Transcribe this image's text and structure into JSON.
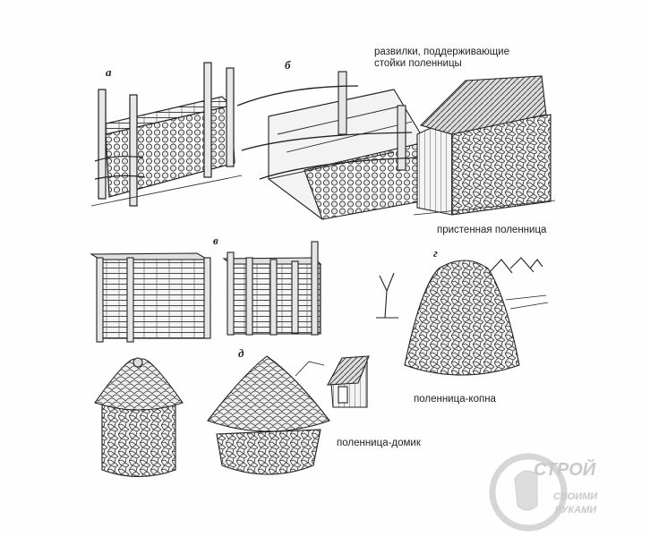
{
  "letters": {
    "a": "а",
    "b": "б",
    "v": "в",
    "g": "г",
    "d": "д"
  },
  "labels": {
    "forks_line1": "развилки, поддерживающие",
    "forks_line2": "стойки поленницы",
    "wall_stack": "пристенная поленница",
    "haystack_stack": "поленница-копна",
    "hut_stack": "поленница-домик"
  },
  "watermark": {
    "line1": "СТРОЙ",
    "line2": "СВОИМИ",
    "line3": "РУКАМИ"
  },
  "colors": {
    "ink": "#222222",
    "watermark": "#c9c9c9"
  }
}
